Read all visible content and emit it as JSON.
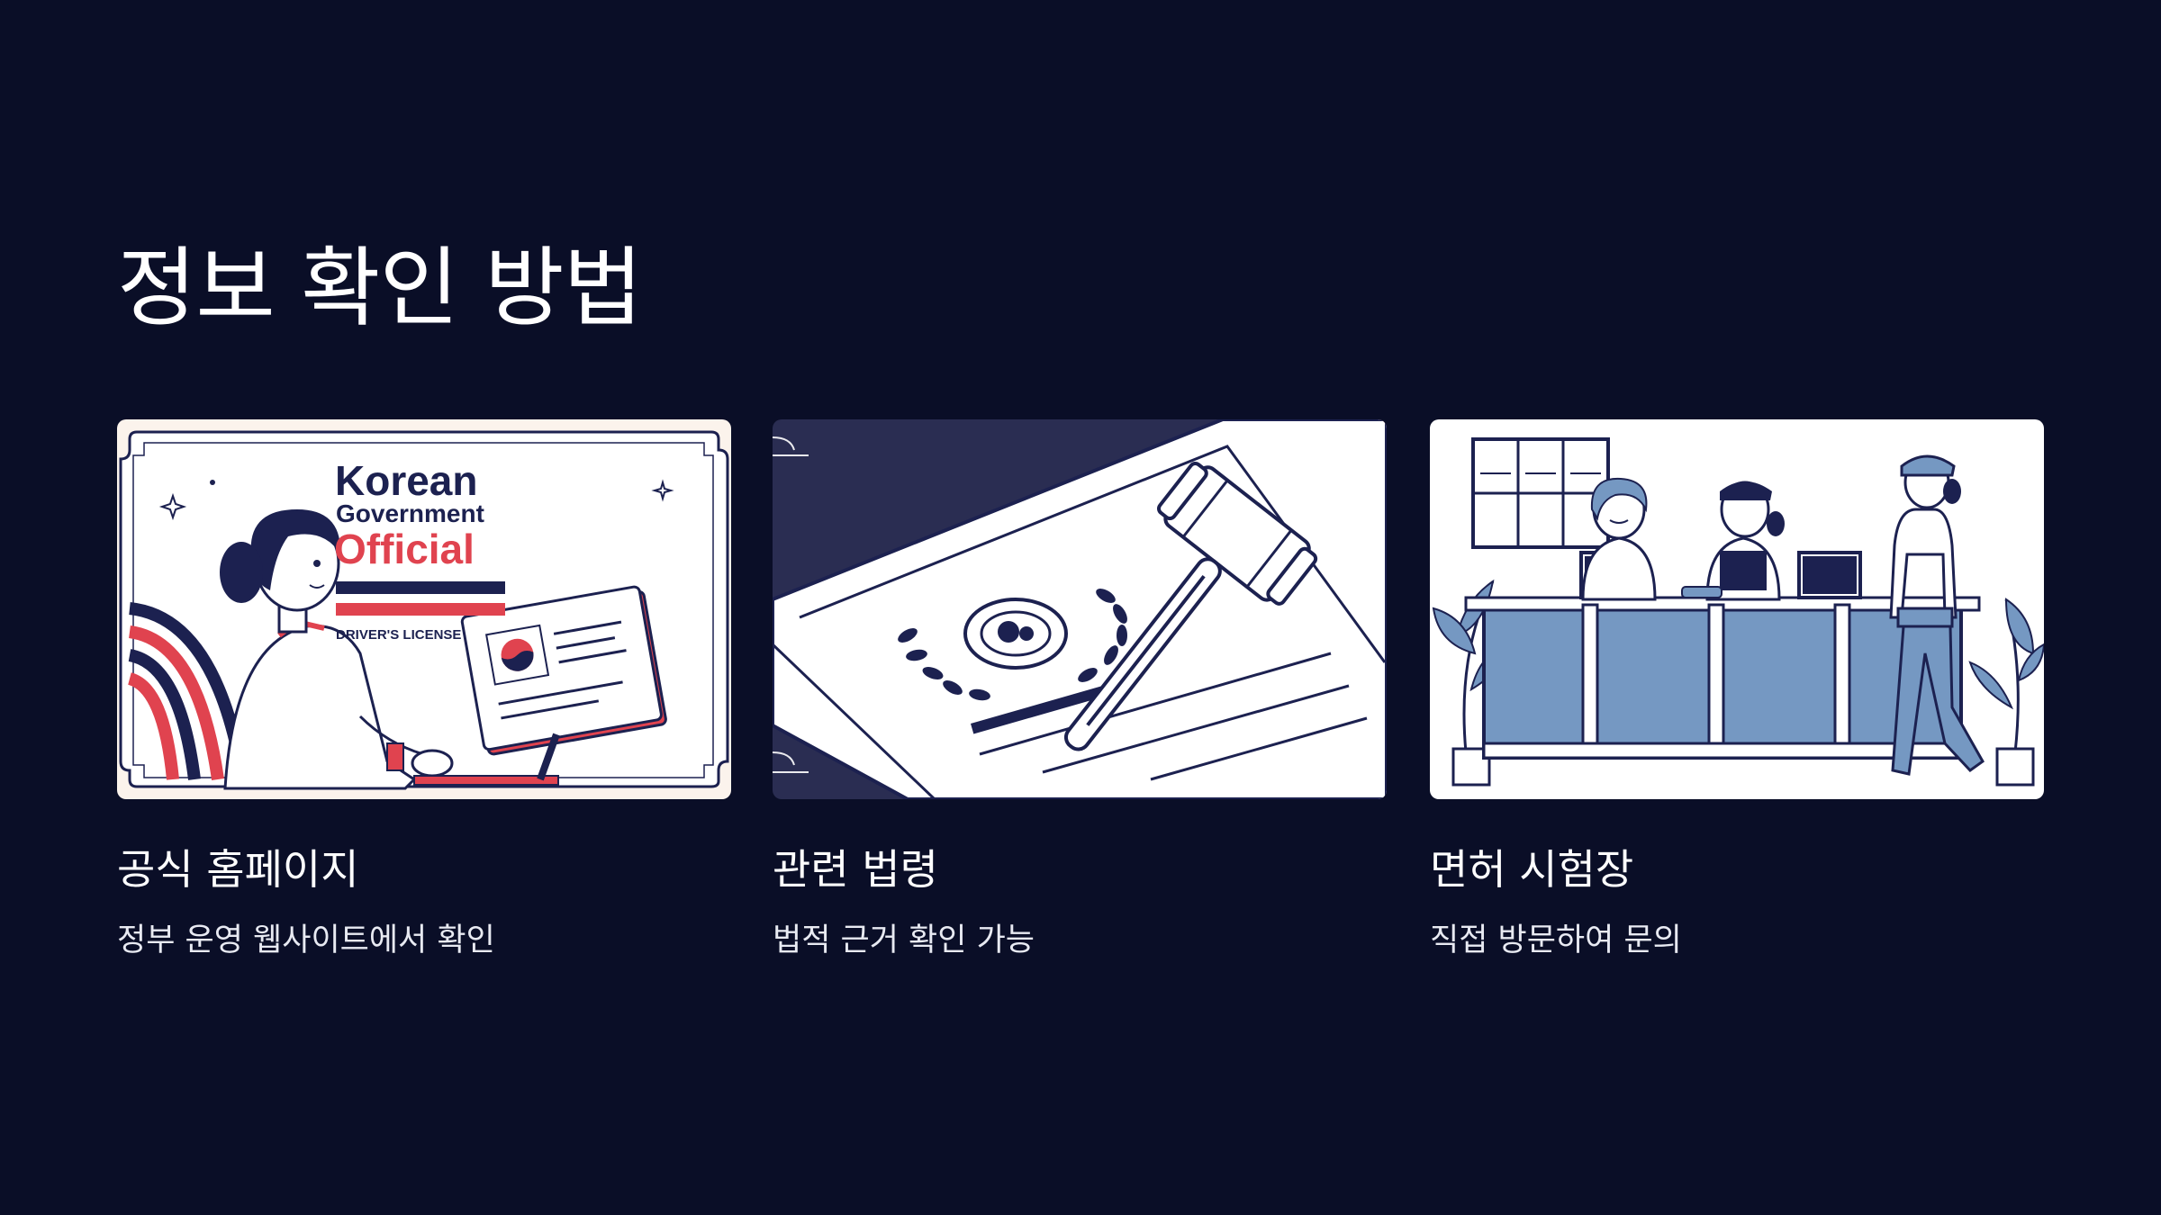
{
  "page": {
    "title": "정보 확인 방법"
  },
  "colors": {
    "background": "#0a0e27",
    "navy": "#1c2150",
    "red": "#e0434f",
    "blue_counter": "#7598c2",
    "terracotta": "#d9705a",
    "cream": "#fbf3ec"
  },
  "cards": [
    {
      "title": "공식 홈페이지",
      "description": "정부 운영 웹사이트에서 확인",
      "illustration": {
        "icon": "website-illustration",
        "text_line1": "Korean",
        "text_line2": "Government",
        "text_line3": "Official",
        "text_line4": "DRIVER'S LICENSE"
      }
    },
    {
      "title": "관련 법령",
      "description": "법적 근거 확인 가능",
      "illustration": {
        "icon": "law-gavel-illustration"
      }
    },
    {
      "title": "면허 시험장",
      "description": "직접 방문하여 문의",
      "illustration": {
        "icon": "test-center-illustration"
      }
    }
  ]
}
